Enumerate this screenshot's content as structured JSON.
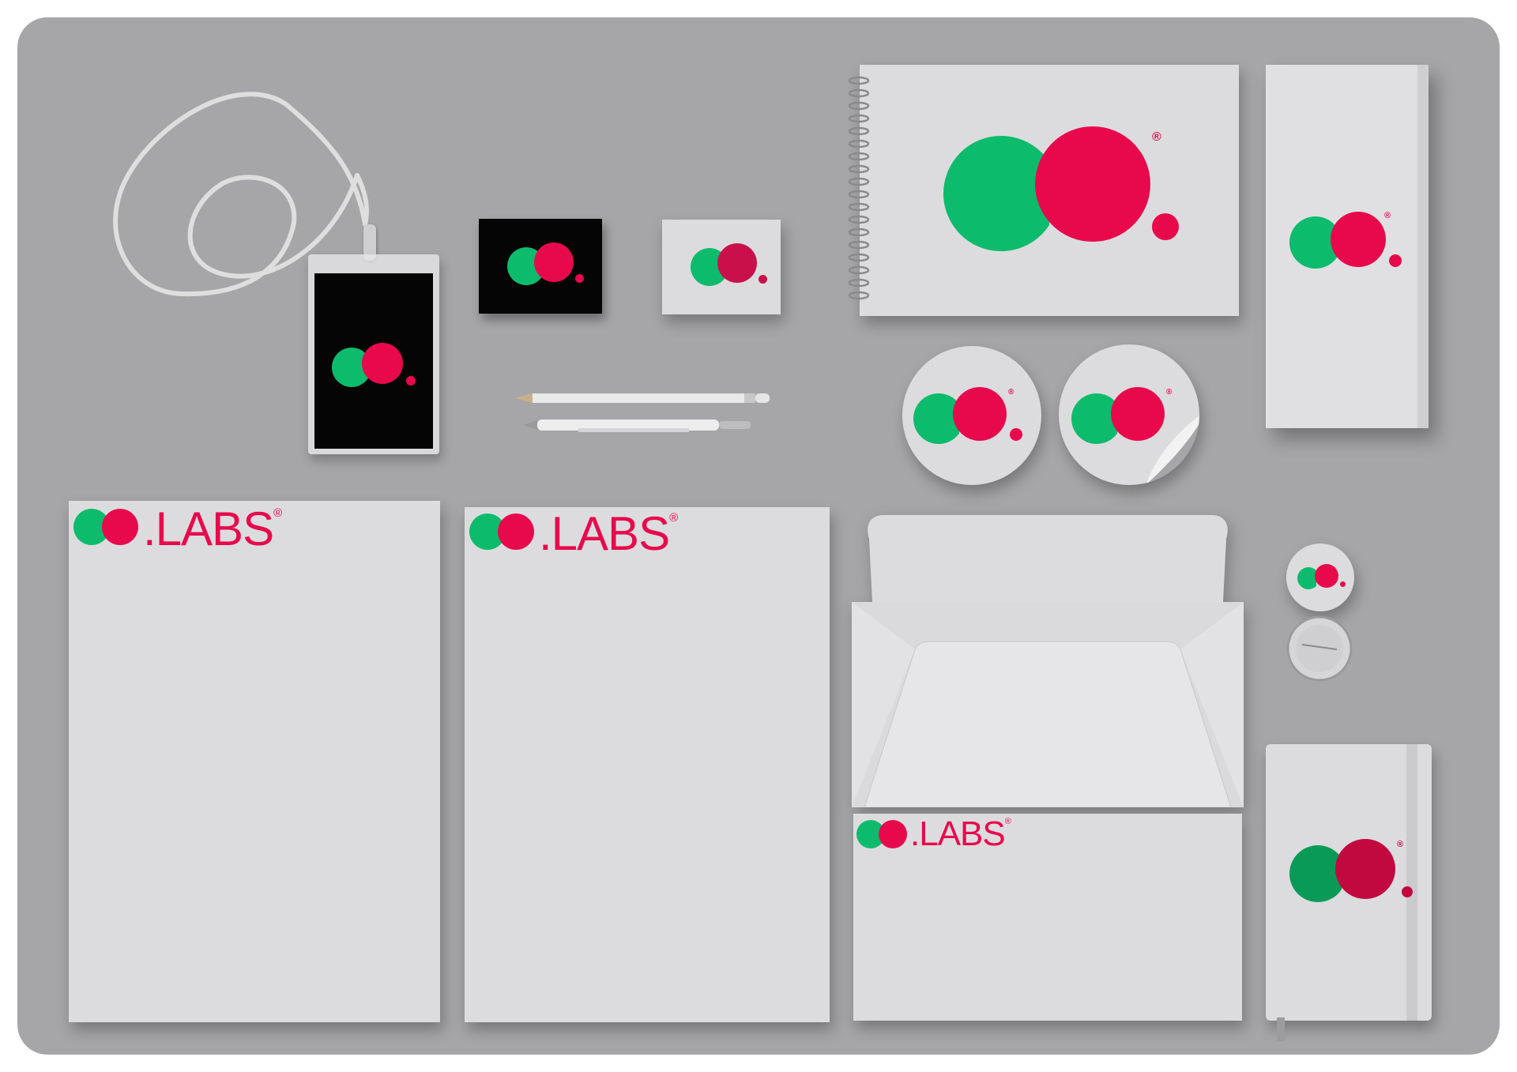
{
  "brand": {
    "wordmark": "LABS",
    "wordmark_dot": ".",
    "registered": "®",
    "colors": {
      "green": "#0dbb6c",
      "pink": "#e8094d",
      "board": "#a6a6a8",
      "paper": "#dcdcde",
      "black": "#050505"
    }
  },
  "icons": [
    "lanyard-icon",
    "pencil-icon",
    "pen-icon",
    "spiral-binding-icon",
    "sticker-curl-icon",
    "pin-back-icon"
  ],
  "items": [
    "id-badge",
    "black-business-card",
    "white-business-card",
    "spiral-notebook",
    "folded-brochure",
    "round-sticker",
    "round-sticker-peeling",
    "letterhead-left",
    "letterhead-right",
    "envelope-open",
    "pin-button",
    "envelope-front",
    "hardcover-notebook",
    "pencil",
    "pen"
  ]
}
